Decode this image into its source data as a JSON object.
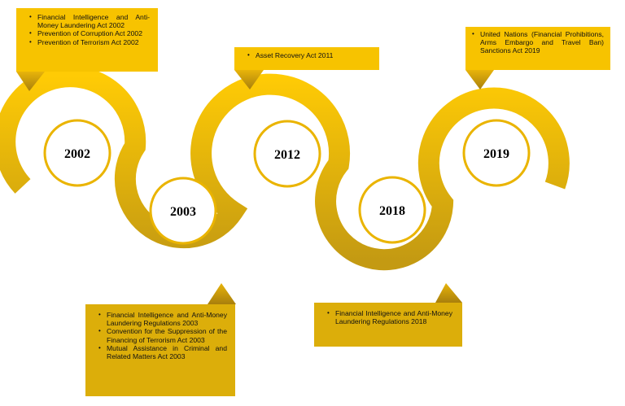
{
  "milestones": [
    {
      "year": "2002",
      "items": [
        "Financial Intelligence and Anti-Money Laundering Act 2002",
        "Prevention of Corruption Act 2002",
        "Prevention of Terrorism Act 2002"
      ]
    },
    {
      "year": "2003",
      "items": [
        "Financial Intelligence and Anti-Money Laundering Regulations 2003",
        "Convention for the Suppression of the Financing of Terrorism Act 2003",
        "Mutual Assistance in Criminal and Related Matters Act 2003"
      ]
    },
    {
      "year": "2012",
      "items": [
        "Asset Recovery Act 2011"
      ]
    },
    {
      "year": "2018",
      "items": [
        "Financial Intelligence and Anti-Money Laundering Regulations 2018"
      ]
    },
    {
      "year": "2019",
      "items": [
        "United Nations (Financial Prohibitions, Arms Embargo and Travel Ban) Sanctions Act 2019"
      ]
    }
  ],
  "colors": {
    "ribbon_light": "#f7c300",
    "ribbon_dark": "#c9a000",
    "callout_fill": "#f7c300",
    "callout_dark": "#dcae0a",
    "circle_stroke": "#e8b400"
  }
}
